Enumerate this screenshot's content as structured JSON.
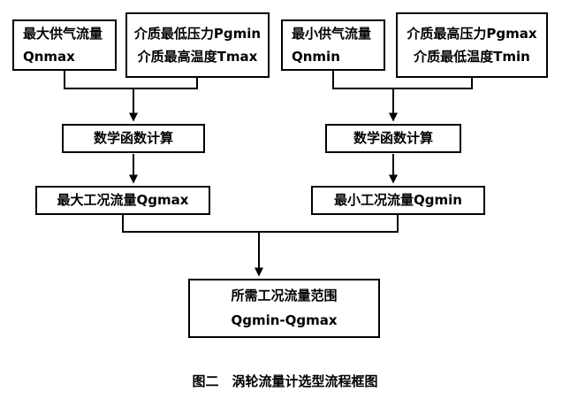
{
  "boxes": {
    "max_supply_flow": {
      "line1": "最大供气流量",
      "line2": "Qnmax"
    },
    "min_pressure_max_temp": {
      "line1": "介质最低压力Pgmin",
      "line2": "介质最高温度Tmax"
    },
    "min_supply_flow": {
      "line1": "最小供气流量",
      "line2": "Qnmin"
    },
    "max_pressure_min_temp": {
      "line1": "介质最高压力Pgmax",
      "line2": "介质最低温度Tmin"
    },
    "math_calc_left": {
      "line1": "数学函数计算"
    },
    "math_calc_right": {
      "line1": "数学函数计算"
    },
    "max_working_flow": {
      "line1": "最大工况流量Qgmax"
    },
    "min_working_flow": {
      "line1": "最小工况流量Qgmin"
    },
    "required_flow_range": {
      "line1": "所需工况流量范围",
      "line2": "Qgmin-Qgmax"
    }
  },
  "caption": "图二　涡轮流量计选型流程框图",
  "colors": {
    "line": "#000000",
    "background": "#ffffff",
    "text": "#000000"
  }
}
